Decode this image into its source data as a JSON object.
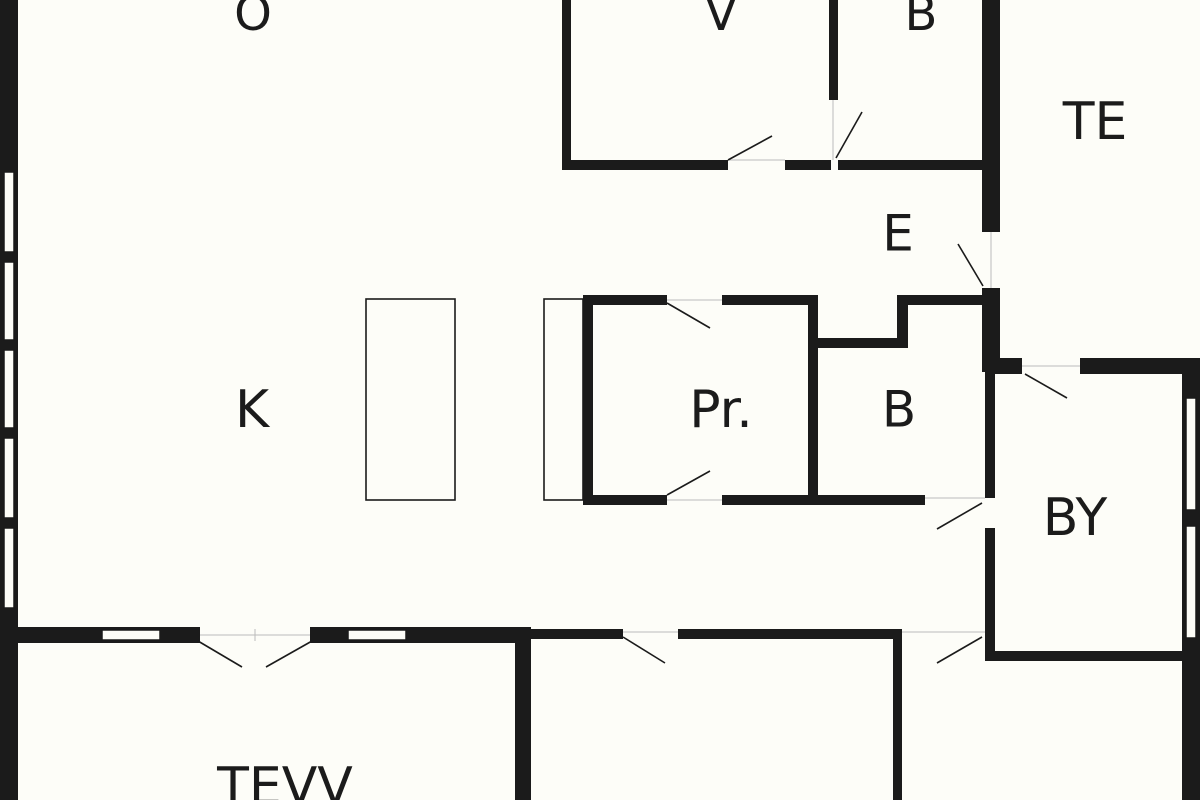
{
  "colors": {
    "background": "#fdfdf8",
    "walls": "#1b1b1b"
  },
  "rooms": {
    "o": "O",
    "v": "V",
    "b_top": "B",
    "te": "TE",
    "e": "E",
    "k": "K",
    "pr": "Pr.",
    "b_mid": "B",
    "by": "BY",
    "tevv": "TEVV"
  }
}
